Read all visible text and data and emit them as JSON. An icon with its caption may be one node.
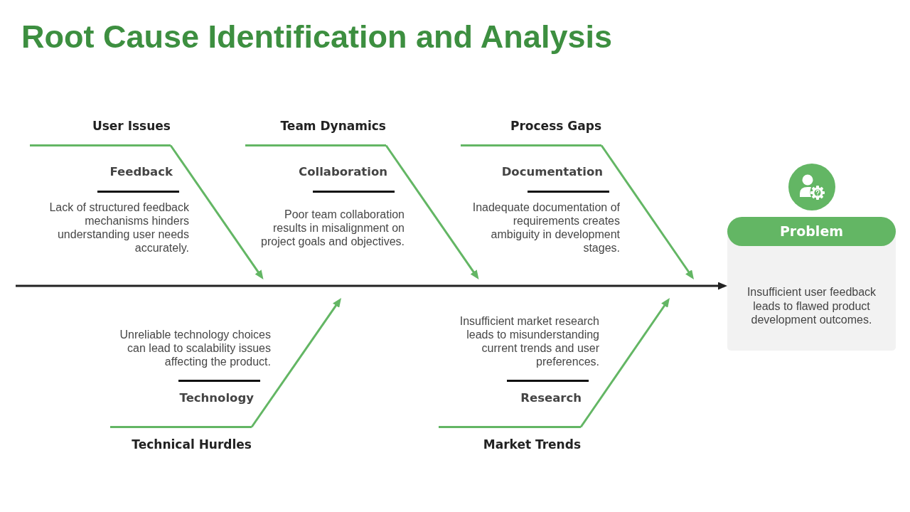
{
  "diagram": {
    "title": "Root Cause Identification and Analysis",
    "nodes": [
      {
        "text": [
          "User Issues"
        ]
      },
      {
        "text": [
          "Team Dynamics"
        ]
      },
      {
        "text": [
          "Process Gaps"
        ]
      },
      {
        "text": [
          "Technical Hurdles"
        ]
      },
      {
        "text": [
          "Market Trends"
        ]
      },
      {
        "text": [
          "Problem",
          "Insufficient user feedback leads to flawed product development outcomes."
        ]
      }
    ],
    "edges": [
      {
        "from": 0,
        "to": null,
        "arrow": "to"
      },
      {
        "from": 1,
        "to": null,
        "arrow": "to"
      },
      {
        "from": 2,
        "to": null,
        "arrow": "to"
      },
      {
        "from": 3,
        "to": null,
        "arrow": "to"
      },
      {
        "from": 4,
        "to": null,
        "arrow": "to"
      },
      {
        "from": null,
        "to": 5,
        "arrow": "to",
        "color": "#222222"
      }
    ],
    "labels": [
      "Feedback",
      "Lack of structured feedback mechanisms hinders understanding user needs accurately.",
      "Collaboration",
      "Poor team collaboration results in misalignment on project goals and objectives.",
      "Documentation",
      "Inadequate documentation of requirements creates ambiguity in development stages.",
      "Unreliable technology choices can lead to scalability issues affecting the product.",
      "Technology",
      "Insufficient market research leads to misunderstanding current trends and user preferences.",
      "Research"
    ]
  }
}
